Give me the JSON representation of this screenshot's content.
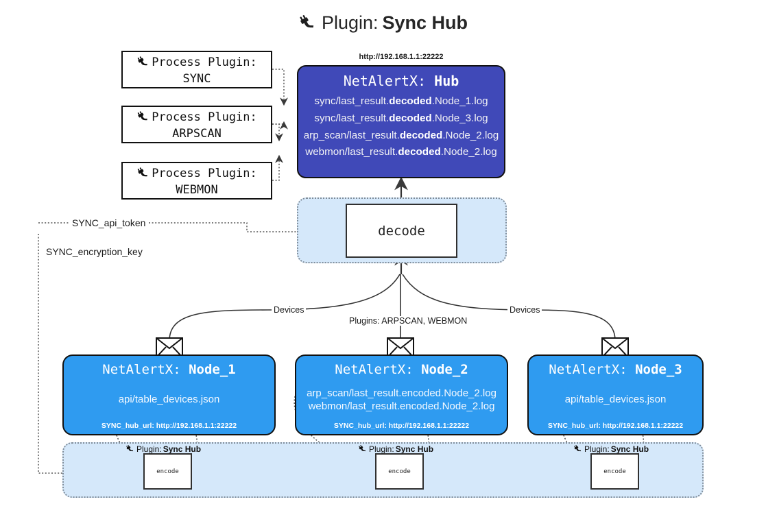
{
  "title": {
    "icon": "plug-icon",
    "prefix": "Plugin:",
    "name": "Sync Hub"
  },
  "process_plugins": [
    {
      "icon": "plug-icon",
      "line1": "Process Plugin:",
      "line2": "SYNC"
    },
    {
      "icon": "plug-icon",
      "line1": "Process Plugin:",
      "line2": "ARPSCAN"
    },
    {
      "icon": "plug-icon",
      "line1": "Process Plugin:",
      "line2": "WEBMON"
    }
  ],
  "hub": {
    "url": "http://192.168.1.1:22222",
    "title_prefix": "NetAlertX:",
    "title_name": "Hub",
    "logs": [
      {
        "pre": "sync/last_result.",
        "mid": "decoded",
        "post": ".Node_1.log"
      },
      {
        "pre": "sync/last_result.",
        "mid": "decoded",
        "post": ".Node_3.log"
      },
      {
        "pre": "arp_scan/last_result.",
        "mid": "decoded",
        "post": ".Node_2.log"
      },
      {
        "pre": "webmon/last_result.",
        "mid": "decoded",
        "post": ".Node_2.log"
      }
    ]
  },
  "decode": {
    "label": "decode"
  },
  "secrets": [
    {
      "label": "SYNC_api_token"
    },
    {
      "label": "SYNC_encryption_key"
    }
  ],
  "edge_labels": {
    "left_devices": "Devices",
    "right_devices": "Devices",
    "center_plugins": "Plugins: ARPSCAN, WEBMON"
  },
  "nodes": [
    {
      "icon": "envelope-icon",
      "title_prefix": "NetAlertX:",
      "title_name": "Node_1",
      "lines": [
        "api/table_devices.json"
      ],
      "footer": "SYNC_hub_url: http://192.168.1.1:22222"
    },
    {
      "icon": "envelope-icon",
      "title_prefix": "NetAlertX:",
      "title_name": "Node_2",
      "lines": [
        "arp_scan/last_result.encoded.Node_2.log",
        "webmon/last_result.encoded.Node_2.log"
      ],
      "footer": "SYNC_hub_url: http://192.168.1.1:22222"
    },
    {
      "icon": "envelope-icon",
      "title_prefix": "NetAlertX:",
      "title_name": "Node_3",
      "lines": [
        "api/table_devices.json"
      ],
      "footer": "SYNC_hub_url: http://192.168.1.1:22222"
    }
  ],
  "encoders": [
    {
      "icon": "plug-icon",
      "tag_prefix": "Plugin:",
      "tag_name": "Sync Hub",
      "label": "encode"
    },
    {
      "icon": "plug-icon",
      "tag_prefix": "Plugin:",
      "tag_name": "Sync Hub",
      "label": "encode"
    },
    {
      "icon": "plug-icon",
      "tag_prefix": "Plugin:",
      "tag_name": "Sync Hub",
      "label": "encode"
    }
  ],
  "colors": {
    "hub_blue": "#4049b8",
    "node_blue": "#2f9bf0",
    "light_blue": "#d5e8fa",
    "outline": "#111111"
  }
}
